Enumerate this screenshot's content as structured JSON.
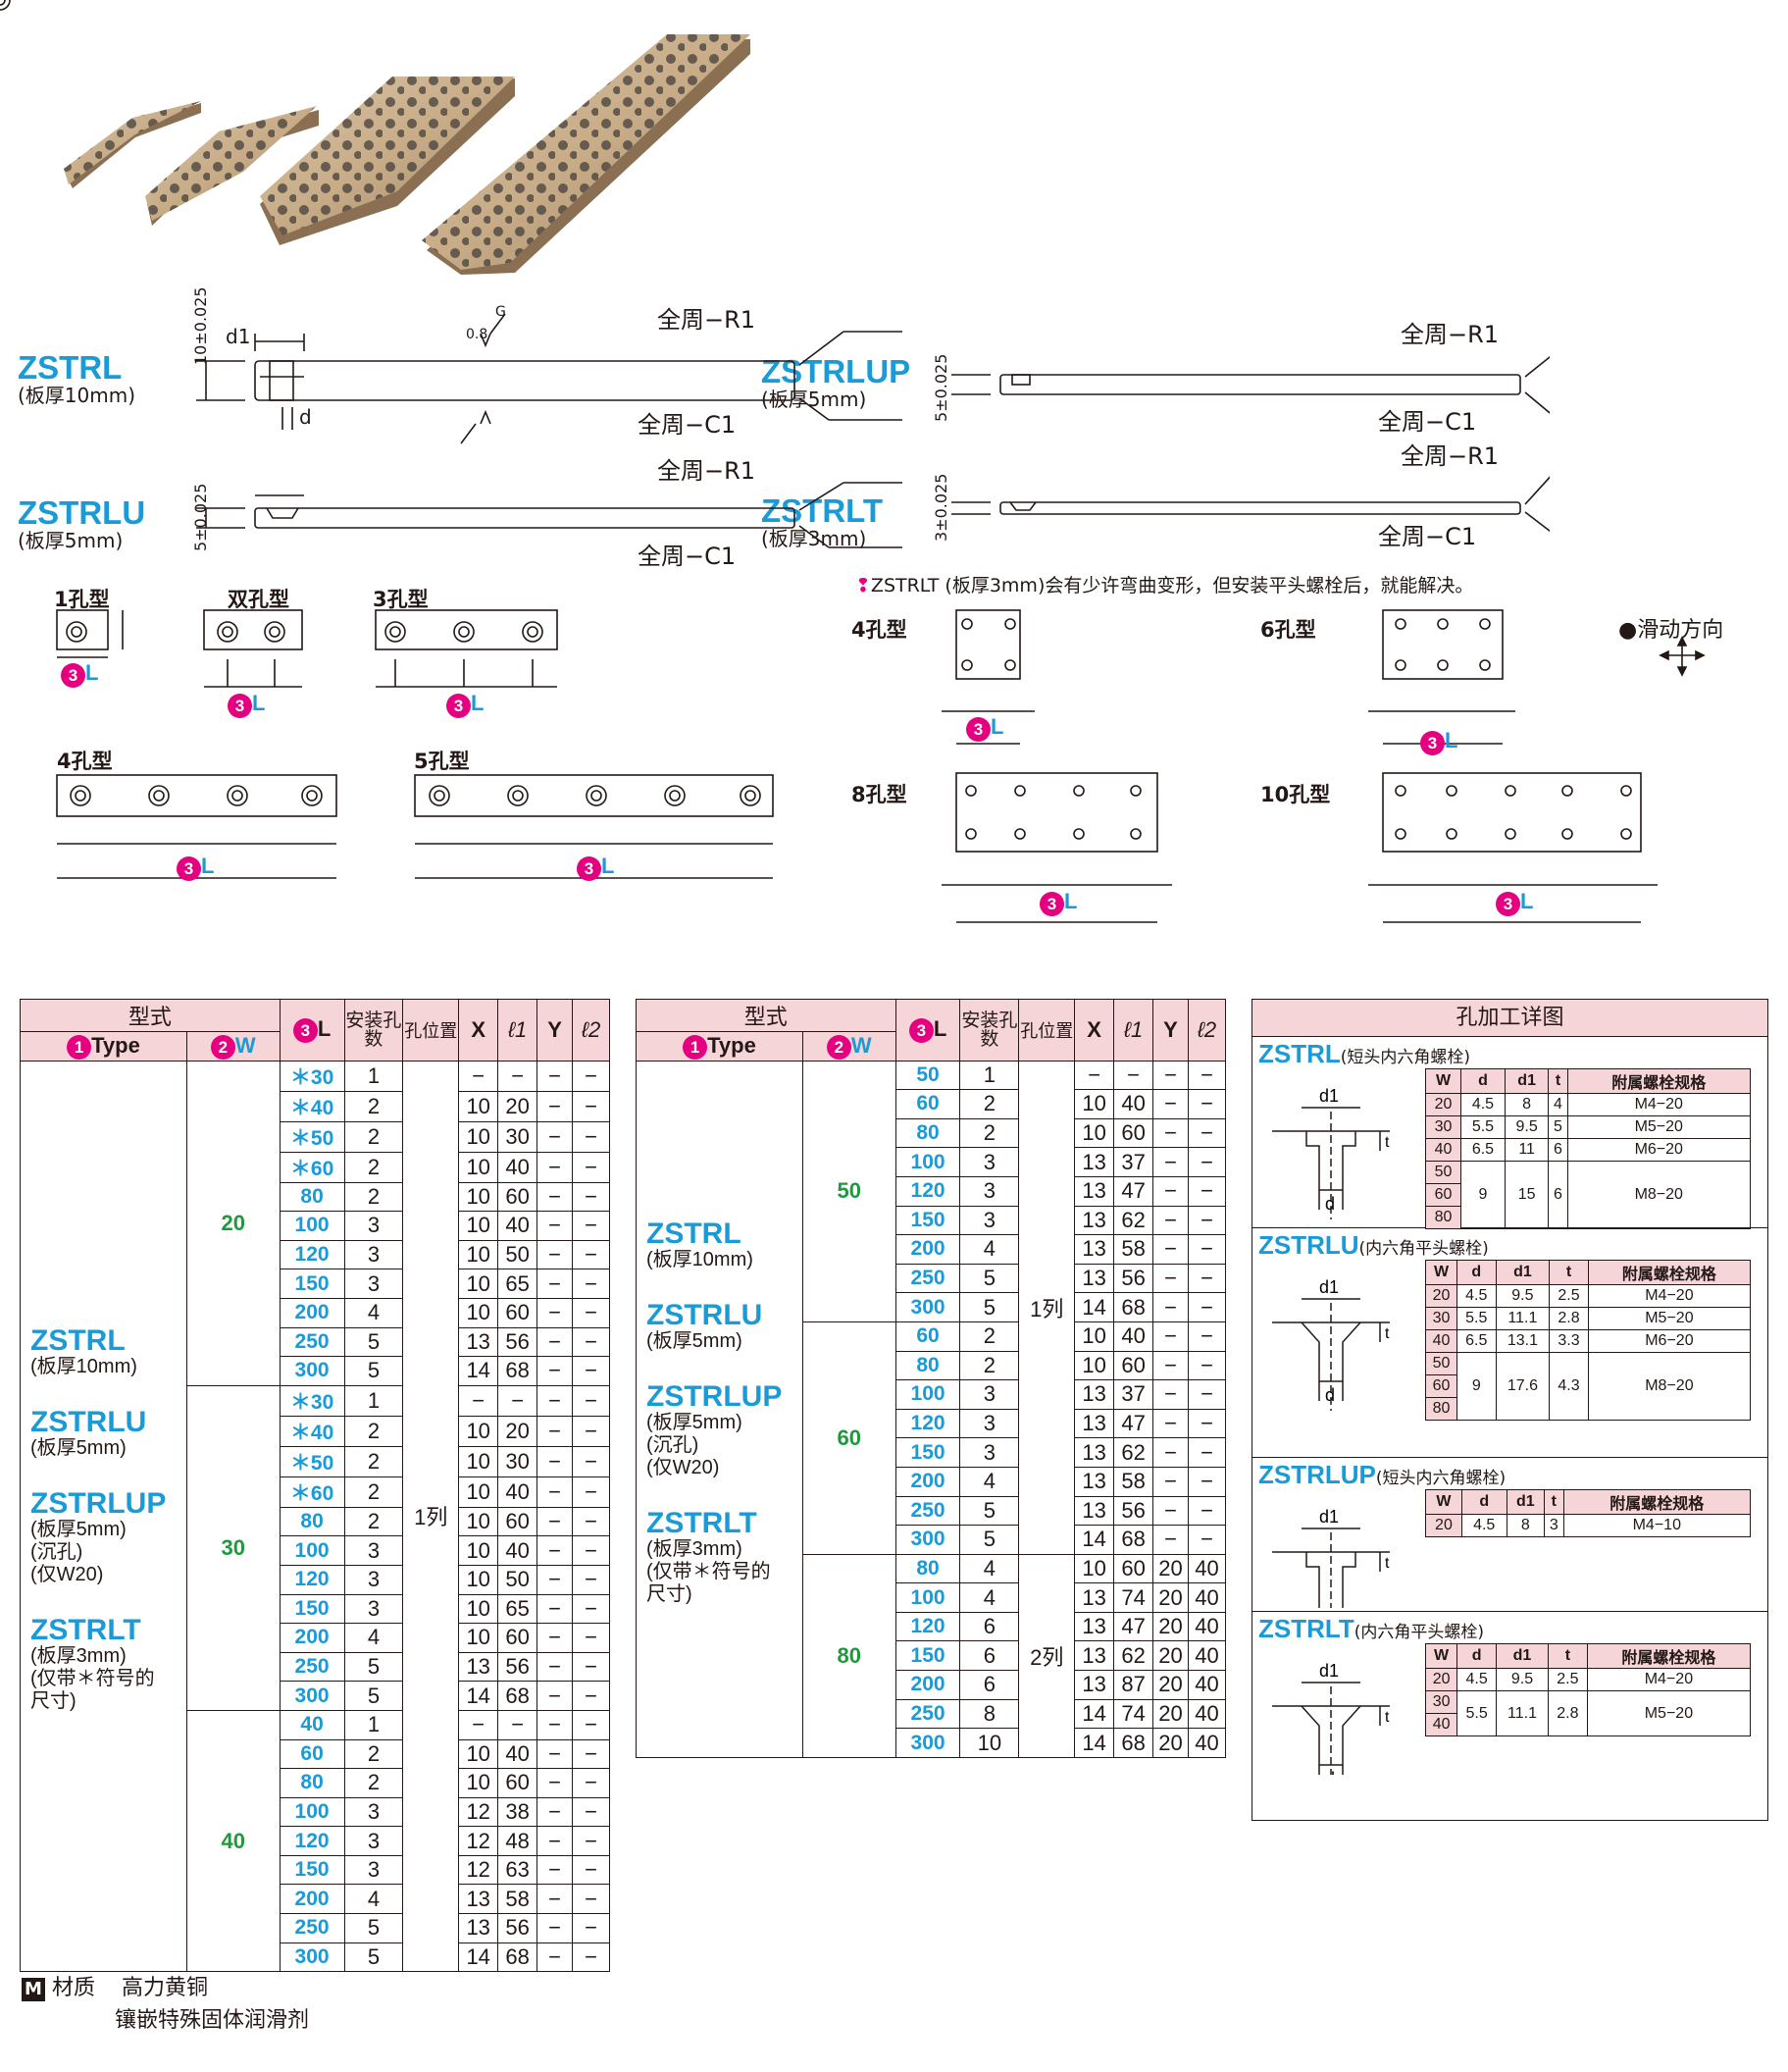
{
  "types": {
    "zstrl": {
      "name": "ZSTRL",
      "sub": "(板厚10mm)"
    },
    "zstrlu": {
      "name": "ZSTRLU",
      "sub": "(板厚5mm)"
    },
    "zstrlup": {
      "name": "ZSTRLUP",
      "sub": "(板厚5mm)"
    },
    "zstrlt": {
      "name": "ZSTRLT",
      "sub": "(板厚3mm)"
    }
  },
  "drawing": {
    "r1": "全周−R1",
    "c1": "全周−C1",
    "roughness": "0.8",
    "g": "G",
    "d1": "d1",
    "d": "d",
    "t": "t",
    "tol10": "10±0.025",
    "tol5": "5±0.025",
    "tol3": "3±0.025",
    "note": "ZSTRLT (板厚3mm)会有少许弯曲变形，但安装平头螺栓后，就能解决。",
    "slide_label": "●滑动方向",
    "hole_types": {
      "one": "1孔型",
      "two": "双孔型",
      "three": "3孔型",
      "four": "4孔型",
      "five": "5孔型",
      "four_b": "4孔型",
      "six": "6孔型",
      "eight": "8孔型",
      "ten": "10孔型"
    },
    "dim": {
      "x": "X",
      "y": "Y",
      "l1": "ℓ1",
      "l2": "ℓ2",
      "L": "L",
      "W": "W",
      "n2": "2",
      "n3": "3"
    }
  },
  "table1": {
    "headers": {
      "type": "型式",
      "type_en": "Type",
      "w": "W",
      "l": "L",
      "count": "安装孔数",
      "pos": "孔位置",
      "x": "X",
      "l1": "ℓ1",
      "y": "Y",
      "l2": "ℓ2",
      "n1": "1",
      "n2": "2",
      "n3": "3"
    },
    "left_types": [
      {
        "name": "ZSTRL",
        "sub": [
          "(板厚10mm)"
        ]
      },
      {
        "name": "ZSTRLU",
        "sub": [
          "(板厚5mm)"
        ]
      },
      {
        "name": "ZSTRLUP",
        "sub": [
          "(板厚5mm)",
          "(沉孔)",
          "(仅W20)"
        ]
      },
      {
        "name": "ZSTRLT",
        "sub": [
          "(板厚3mm)",
          "(仅带＊符号的",
          "尺寸)"
        ]
      }
    ],
    "pos": "1列",
    "groups": [
      {
        "w": "20",
        "rows": [
          [
            "＊30",
            "1",
            "−",
            "−",
            "−",
            "−"
          ],
          [
            "＊40",
            "2",
            "10",
            "20",
            "−",
            "−"
          ],
          [
            "＊50",
            "2",
            "10",
            "30",
            "−",
            "−"
          ],
          [
            "＊60",
            "2",
            "10",
            "40",
            "−",
            "−"
          ],
          [
            "80",
            "2",
            "10",
            "60",
            "−",
            "−"
          ],
          [
            "100",
            "3",
            "10",
            "40",
            "−",
            "−"
          ],
          [
            "120",
            "3",
            "10",
            "50",
            "−",
            "−"
          ],
          [
            "150",
            "3",
            "10",
            "65",
            "−",
            "−"
          ],
          [
            "200",
            "4",
            "10",
            "60",
            "−",
            "−"
          ],
          [
            "250",
            "5",
            "13",
            "56",
            "−",
            "−"
          ],
          [
            "300",
            "5",
            "14",
            "68",
            "−",
            "−"
          ]
        ]
      },
      {
        "w": "30",
        "rows": [
          [
            "＊30",
            "1",
            "−",
            "−",
            "−",
            "−"
          ],
          [
            "＊40",
            "2",
            "10",
            "20",
            "−",
            "−"
          ],
          [
            "＊50",
            "2",
            "10",
            "30",
            "−",
            "−"
          ],
          [
            "＊60",
            "2",
            "10",
            "40",
            "−",
            "−"
          ],
          [
            "80",
            "2",
            "10",
            "60",
            "−",
            "−"
          ],
          [
            "100",
            "3",
            "10",
            "40",
            "−",
            "−"
          ],
          [
            "120",
            "3",
            "10",
            "50",
            "−",
            "−"
          ],
          [
            "150",
            "3",
            "10",
            "65",
            "−",
            "−"
          ],
          [
            "200",
            "4",
            "10",
            "60",
            "−",
            "−"
          ],
          [
            "250",
            "5",
            "13",
            "56",
            "−",
            "−"
          ],
          [
            "300",
            "5",
            "14",
            "68",
            "−",
            "−"
          ]
        ]
      },
      {
        "w": "40",
        "rows": [
          [
            "40",
            "1",
            "−",
            "−",
            "−",
            "−"
          ],
          [
            "60",
            "2",
            "10",
            "40",
            "−",
            "−"
          ],
          [
            "80",
            "2",
            "10",
            "60",
            "−",
            "−"
          ],
          [
            "100",
            "3",
            "12",
            "38",
            "−",
            "−"
          ],
          [
            "120",
            "3",
            "12",
            "48",
            "−",
            "−"
          ],
          [
            "150",
            "3",
            "12",
            "63",
            "−",
            "−"
          ],
          [
            "200",
            "4",
            "13",
            "58",
            "−",
            "−"
          ],
          [
            "250",
            "5",
            "13",
            "56",
            "−",
            "−"
          ],
          [
            "300",
            "5",
            "14",
            "68",
            "−",
            "−"
          ]
        ]
      }
    ]
  },
  "table2": {
    "left_types": [
      {
        "name": "ZSTRL",
        "sub": [
          "(板厚10mm)"
        ]
      },
      {
        "name": "ZSTRLU",
        "sub": [
          "(板厚5mm)"
        ]
      },
      {
        "name": "ZSTRLUP",
        "sub": [
          "(板厚5mm)",
          "(沉孔)",
          "(仅W20)"
        ]
      },
      {
        "name": "ZSTRLT",
        "sub": [
          "(板厚3mm)",
          "(仅带＊符号的",
          "尺寸)"
        ]
      }
    ],
    "pos1": "1列",
    "pos2": "2列",
    "groups": [
      {
        "w": "50",
        "rows": [
          [
            "50",
            "1",
            "−",
            "−",
            "−",
            "−"
          ],
          [
            "60",
            "2",
            "10",
            "40",
            "−",
            "−"
          ],
          [
            "80",
            "2",
            "10",
            "60",
            "−",
            "−"
          ],
          [
            "100",
            "3",
            "13",
            "37",
            "−",
            "−"
          ],
          [
            "120",
            "3",
            "13",
            "47",
            "−",
            "−"
          ],
          [
            "150",
            "3",
            "13",
            "62",
            "−",
            "−"
          ],
          [
            "200",
            "4",
            "13",
            "58",
            "−",
            "−"
          ],
          [
            "250",
            "5",
            "13",
            "56",
            "−",
            "−"
          ],
          [
            "300",
            "5",
            "14",
            "68",
            "−",
            "−"
          ]
        ]
      },
      {
        "w": "60",
        "rows": [
          [
            "60",
            "2",
            "10",
            "40",
            "−",
            "−"
          ],
          [
            "80",
            "2",
            "10",
            "60",
            "−",
            "−"
          ],
          [
            "100",
            "3",
            "13",
            "37",
            "−",
            "−"
          ],
          [
            "120",
            "3",
            "13",
            "47",
            "−",
            "−"
          ],
          [
            "150",
            "3",
            "13",
            "62",
            "−",
            "−"
          ],
          [
            "200",
            "4",
            "13",
            "58",
            "−",
            "−"
          ],
          [
            "250",
            "5",
            "13",
            "56",
            "−",
            "−"
          ],
          [
            "300",
            "5",
            "14",
            "68",
            "−",
            "−"
          ]
        ]
      },
      {
        "w": "80",
        "rows": [
          [
            "80",
            "4",
            "10",
            "60",
            "20",
            "40"
          ],
          [
            "100",
            "4",
            "13",
            "74",
            "20",
            "40"
          ],
          [
            "120",
            "6",
            "13",
            "47",
            "20",
            "40"
          ],
          [
            "150",
            "6",
            "13",
            "62",
            "20",
            "40"
          ],
          [
            "200",
            "6",
            "13",
            "87",
            "20",
            "40"
          ],
          [
            "250",
            "8",
            "14",
            "74",
            "20",
            "40"
          ],
          [
            "300",
            "10",
            "14",
            "68",
            "20",
            "40"
          ]
        ]
      }
    ]
  },
  "hole_detail": {
    "title": "孔加工详图",
    "headers": [
      "W",
      "d",
      "d1",
      "t",
      "附属螺栓规格"
    ],
    "sections": [
      {
        "name": "ZSTRL",
        "bolt": "(短头内六角螺栓)",
        "rows": [
          [
            "20",
            "4.5",
            "8",
            "4",
            "M4−20"
          ],
          [
            "30",
            "5.5",
            "9.5",
            "5",
            "M5−20"
          ],
          [
            "40",
            "6.5",
            "11",
            "6",
            "M6−20"
          ]
        ],
        "merged_w": [
          "50",
          "60",
          "80"
        ],
        "merged": [
          "9",
          "15",
          "6",
          "M8−20"
        ]
      },
      {
        "name": "ZSTRLU",
        "bolt": "(内六角平头螺栓)",
        "rows": [
          [
            "20",
            "4.5",
            "9.5",
            "2.5",
            "M4−20"
          ],
          [
            "30",
            "5.5",
            "11.1",
            "2.8",
            "M5−20"
          ],
          [
            "40",
            "6.5",
            "13.1",
            "3.3",
            "M6−20"
          ]
        ],
        "merged_w": [
          "50",
          "60",
          "80"
        ],
        "merged": [
          "9",
          "17.6",
          "4.3",
          "M8−20"
        ]
      },
      {
        "name": "ZSTRLUP",
        "bolt": "(短头内六角螺栓)",
        "rows": [
          [
            "20",
            "4.5",
            "8",
            "3",
            "M4−10"
          ]
        ],
        "merged_w": [],
        "merged": []
      },
      {
        "name": "ZSTRLT",
        "bolt": "(内六角平头螺栓)",
        "rows": [
          [
            "20",
            "4.5",
            "9.5",
            "2.5",
            "M4−20"
          ]
        ],
        "merged_w": [
          "30",
          "40"
        ],
        "merged": [
          "5.5",
          "11.1",
          "2.8",
          "M5−20"
        ]
      }
    ]
  },
  "material": {
    "label": "材质",
    "badge": "M",
    "line1": "高力黄铜",
    "line2": "镶嵌特殊固体润滑剂"
  }
}
